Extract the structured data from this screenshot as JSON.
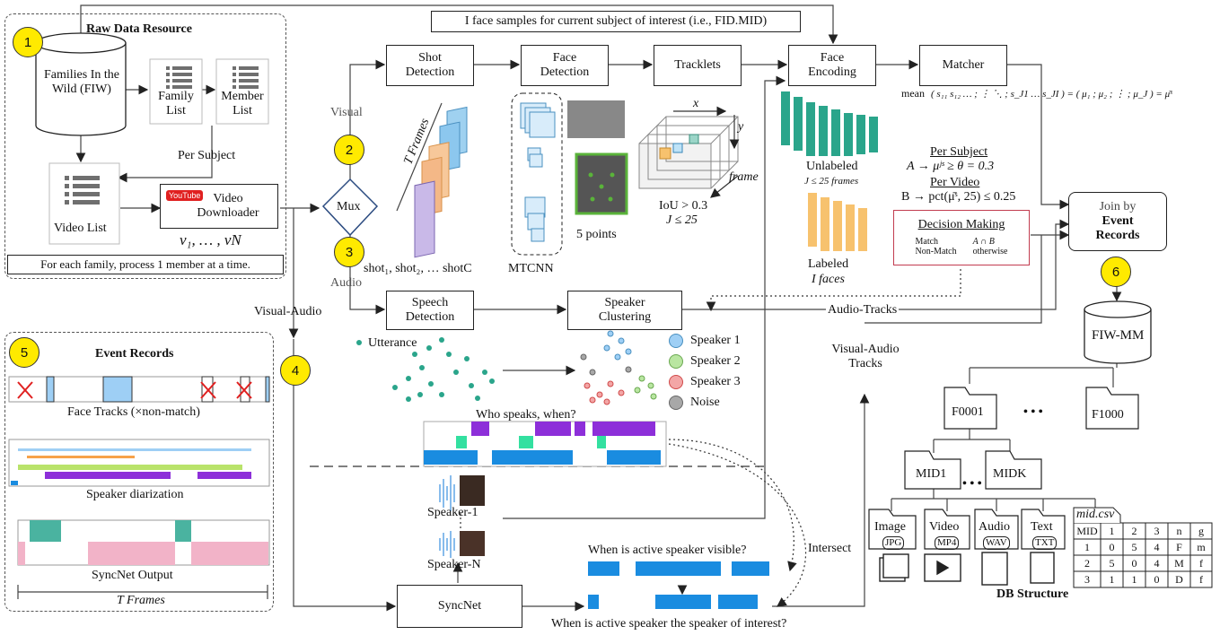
{
  "sections": {
    "raw_data_title": "Raw Data Resource",
    "event_records_title": "Event Records",
    "db_structure_title": "DB Structure"
  },
  "badges": [
    "1",
    "2",
    "3",
    "4",
    "5",
    "6"
  ],
  "nodes": {
    "fiw_db": "Families In the Wild (FIW)",
    "family_list": "Family List",
    "member_list": "Member List",
    "per_subject": "Per Subject",
    "video_list": "Video List",
    "video_downloader": "Video Downloader",
    "youtube_logo": "YouTube",
    "v_seq": "v₁, … , vN",
    "process_note": "For each family, process 1 member at a time.",
    "mux": "Mux",
    "visual": "Visual",
    "audio": "Audio",
    "visual_audio": "Visual-Audio",
    "shot_detection": "Shot Detection",
    "face_detection": "Face Detection",
    "tracklets": "Tracklets",
    "face_encoding": "Face Encoding",
    "matcher": "Matcher",
    "face_samples_label": "I face samples for current subject of interest (i.e., FID.MID)",
    "t_frames": "T Frames",
    "shots": "shot₁, shot₂, … shotC",
    "mtcnn": "MTCNN",
    "five_points": "5 points",
    "iou": "IoU > 0.3",
    "j_le": "J ≤ 25",
    "axis_x": "x",
    "axis_y": "y",
    "axis_frame": "frame",
    "unlabeled": "Unlabeled",
    "unlabeled_sub": "J ≤ 25 frames",
    "labeled": "Labeled",
    "labeled_sub": "I faces",
    "mean_formula": "mean",
    "per_subject_rule_title": "Per Subject",
    "per_subject_rule": "A → μʲˢ ≥ θ = 0.3",
    "per_video_rule_title": "Per Video",
    "per_video_rule": "B → pct(μ̄ˢ, 25) ≤ 0.25",
    "decision_title": "Decision Making",
    "decision_match": "Match",
    "decision_nonmatch": "Non-Match",
    "decision_ab": "A ∩ B",
    "decision_otherwise": "otherwise",
    "join_line1": "Join by",
    "join_line2": "Event",
    "join_line3": "Records",
    "fiw_mm": "FIW-MM",
    "speech_detection": "Speech Detection",
    "speaker_clustering": "Speaker Clustering",
    "utterance": "Utterance",
    "who_speaks": "Who speaks, when?",
    "audio_tracks": "Audio-Tracks",
    "visual_audio_tracks": "Visual-Audio Tracks",
    "speaker_1": "Speaker-1",
    "speaker_n": "Speaker-N",
    "syncnet": "SyncNet",
    "active_visible": "When is active speaker visible?",
    "active_interest": "When is active speaker the speaker of interest?",
    "intersect": "Intersect",
    "face_tracks": "Face Tracks (×non-match)",
    "speaker_diarization": "Speaker diarization",
    "syncnet_output": "SyncNet Output",
    "t_frames_bottom": "T  Frames"
  },
  "legend": [
    {
      "label": "Speaker 1",
      "color": "#9ecff5"
    },
    {
      "label": "Speaker 2",
      "color": "#b9e6a1"
    },
    {
      "label": "Speaker 3",
      "color": "#f3a6a6"
    },
    {
      "label": "Noise",
      "color": "#a8a8a8"
    }
  ],
  "db": {
    "f0001": "F0001",
    "dots": "• • •",
    "f1000": "F1000",
    "mid1": "MID1",
    "midk": "MIDK",
    "image": "Image",
    "image_ext": "JPG",
    "video": "Video",
    "video_ext": "MP4",
    "audio": "Audio",
    "audio_ext": "WAV",
    "text": "Text",
    "text_ext": "TXT",
    "csv_name": "mid.csv",
    "table": [
      [
        "MID",
        "1",
        "2",
        "3",
        "n",
        "g"
      ],
      [
        "1",
        "0",
        "5",
        "4",
        "F",
        "m"
      ],
      [
        "2",
        "5",
        "0",
        "4",
        "M",
        "f"
      ],
      [
        "3",
        "1",
        "1",
        "0",
        "D",
        "f"
      ]
    ]
  },
  "colors": {
    "yellow": "#ffea00",
    "teal": "#2aa58b",
    "orange": "#f7c26e",
    "blue": "#1a8ce0",
    "purple": "#8d2fd9",
    "green": "#33e0a0",
    "pink": "#f2b3c8",
    "sync_teal": "#4ab3a0",
    "red": "#e02020"
  }
}
